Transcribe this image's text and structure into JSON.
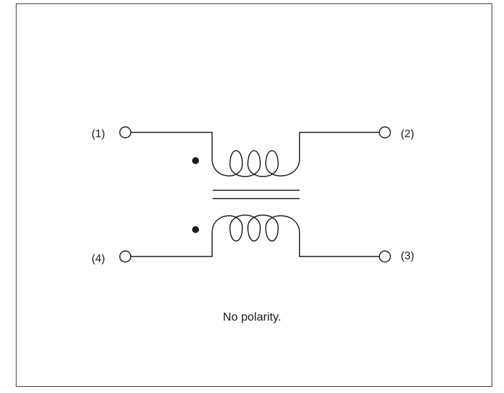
{
  "terminals": {
    "t1": "(1)",
    "t2": "(2)",
    "t3": "(3)",
    "t4": "(4)"
  },
  "caption": "No polarity.",
  "colors": {
    "line": "#1a1a1a",
    "background": "#ffffff"
  }
}
